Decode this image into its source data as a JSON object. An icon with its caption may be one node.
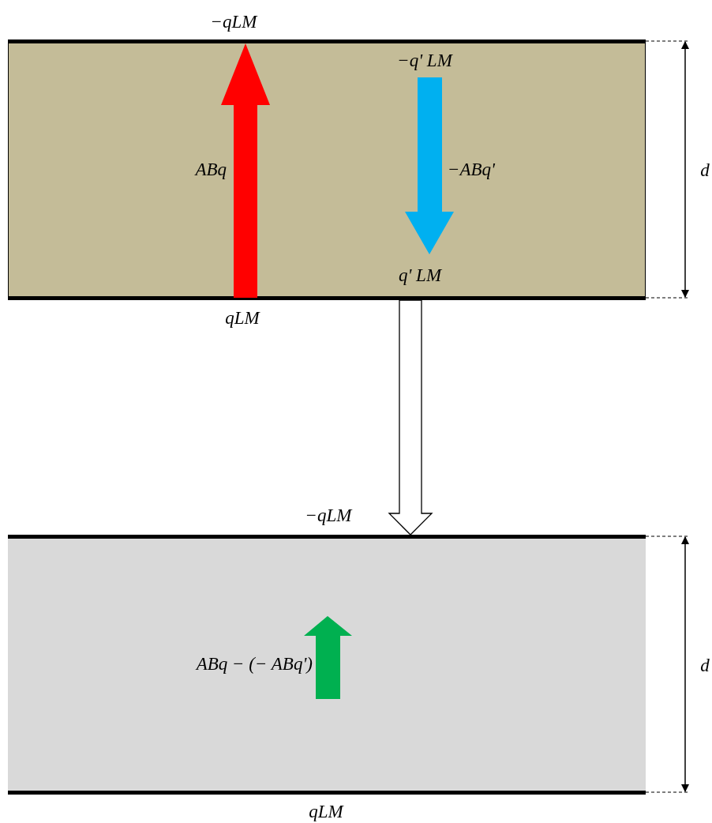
{
  "diagram": {
    "nodes": [
      {
        "text": [],
        "shape": "box",
        "beside": [
          "−qLM",
          "qLM"
        ]
      },
      {
        "text": [],
        "shape": "box",
        "beside": [
          "−qLM",
          "qLM"
        ]
      }
    ],
    "edges": [
      {
        "from": 0,
        "to": 1,
        "arrow": "to"
      }
    ],
    "labels": [
      "−q' LM",
      "ABq",
      "−ABq'",
      "d",
      "q' LM",
      "ABq − (− ABq')",
      "d"
    ]
  }
}
